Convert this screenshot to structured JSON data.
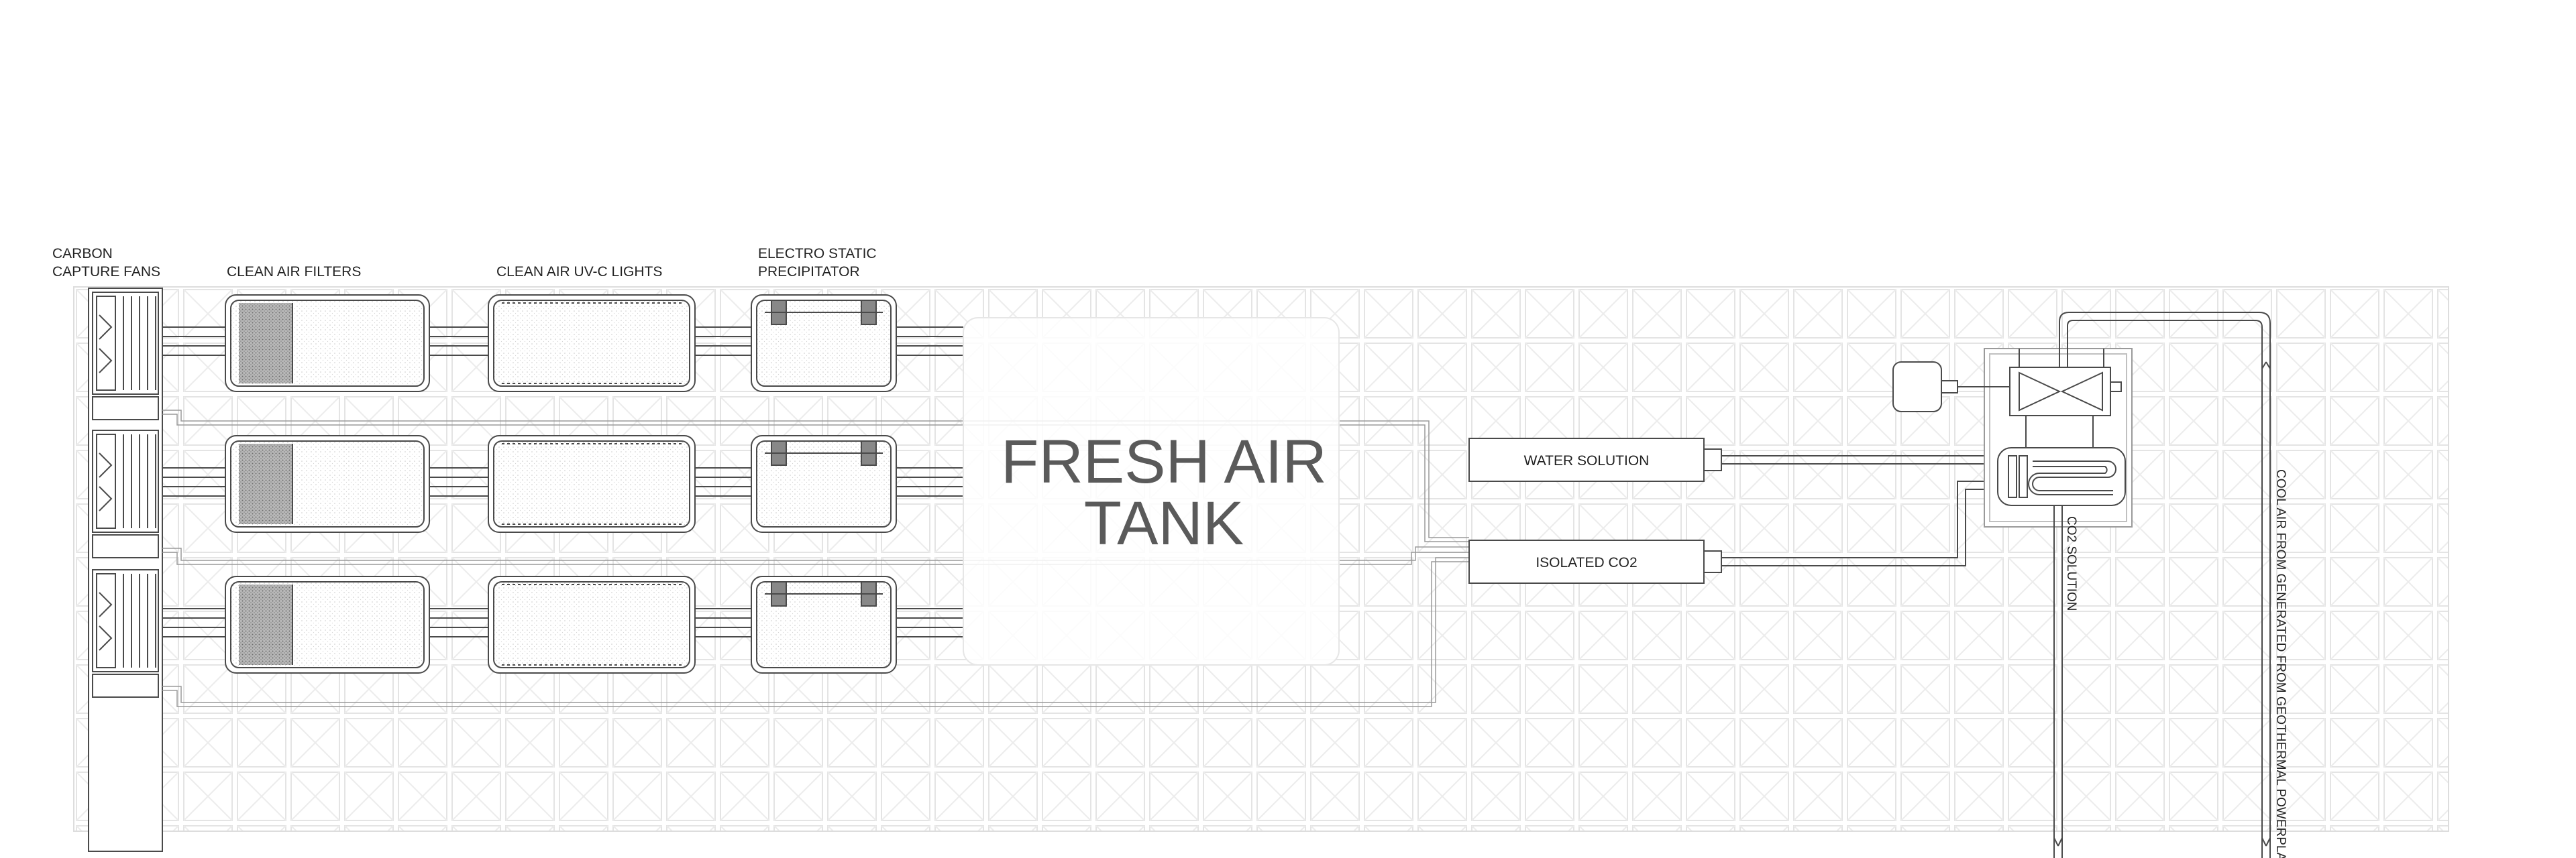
{
  "labels": {
    "carbon_capture_line1": "CARBON",
    "carbon_capture_line2": "CAPTURE FANS",
    "clean_air_filters": "CLEAN AIR FILTERS",
    "uvc_lights": "CLEAN AIR UV-C LIGHTS",
    "esp_line1": "ELECTRO STATIC",
    "esp_line2": "PRECIPITATOR",
    "tank_line1": "FRESH AIR",
    "tank_line2": "TANK",
    "water_solution": "WATER SOLUTION",
    "isolated_co2": "ISOLATED CO2",
    "co2_solution": "CO2 SOLUTION",
    "cool_air": "COOL AIR FROM GENERATED FROM GEOTHERMAL POWERPLANT"
  },
  "icons": [
    "fan-icon",
    "filter-icon",
    "uv-light-icon",
    "precipitator-icon",
    "pump-icon",
    "motor-icon",
    "heat-exchanger-icon"
  ],
  "colors": {
    "line": "#4a4a4a",
    "grid": "#e2e2e2",
    "tank_text": "#5a5a5a",
    "filter_media": "#9a9a9a"
  }
}
